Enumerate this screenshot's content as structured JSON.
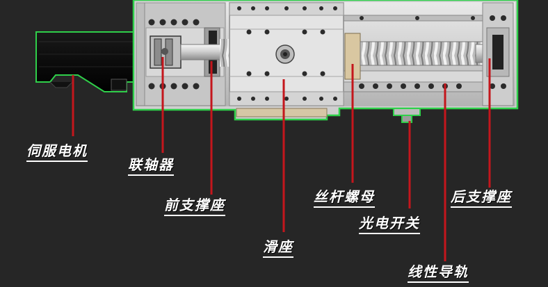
{
  "labels": {
    "servo_motor": "伺服电机",
    "coupling": "联轴器",
    "front_support": "前支撑座",
    "slide_seat": "滑座",
    "ball_screw_nut": "丝杆螺母",
    "photo_switch": "光电开关",
    "rear_support": "后支撑座",
    "linear_guide": "线性导轨"
  },
  "colors": {
    "background": "#262626",
    "outline": "#2fd04a",
    "leader": "#c4161c",
    "label": "#ffffff"
  }
}
